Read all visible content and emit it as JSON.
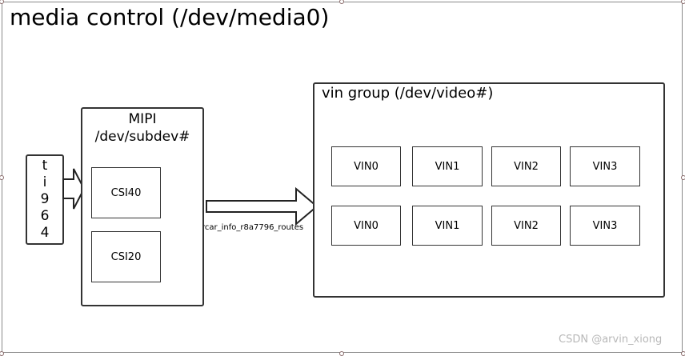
{
  "title": "media control (/dev/media0)",
  "ti964": {
    "chars": [
      "t",
      "i",
      "9",
      "6",
      "4"
    ]
  },
  "mipi": {
    "line1": "MIPI",
    "line2": "/dev/subdev#",
    "csi": [
      "CSI40",
      "CSI20"
    ]
  },
  "route_label": "rcar_info_r8a7796_routes",
  "vin_group": {
    "title": "vin group  (/dev/video#)",
    "row1": [
      "VIN0",
      "VIN1",
      "VIN2",
      "VIN3"
    ],
    "row2": [
      "VIN0",
      "VIN1",
      "VIN2",
      "VIN3"
    ]
  },
  "watermark": "CSDN @arvin_xiong"
}
